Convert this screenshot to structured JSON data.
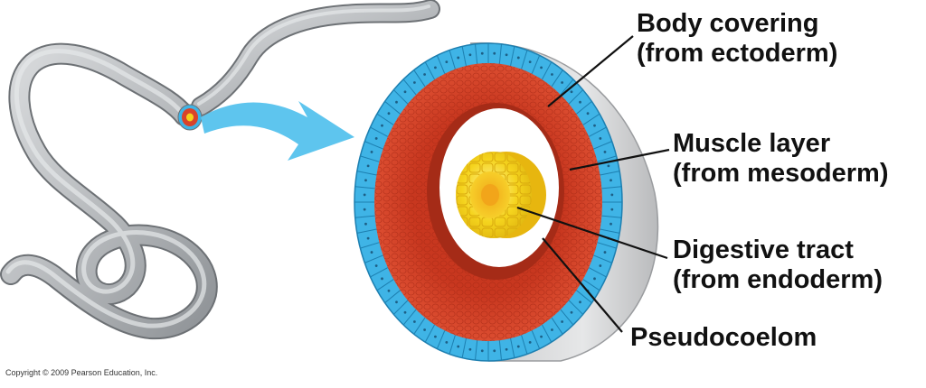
{
  "labels": {
    "body_covering": {
      "line1": "Body covering",
      "line2": "(from ectoderm)"
    },
    "muscle_layer": {
      "line1": "Muscle layer",
      "line2": "(from mesoderm)"
    },
    "digestive_tract": {
      "line1": "Digestive tract",
      "line2": "(from endoderm)"
    },
    "pseudocoelom": {
      "line1": "Pseudocoelom"
    }
  },
  "copyright": "Copyright © 2009 Pearson Education, Inc.",
  "colors": {
    "worm_body": "#b9bcbf",
    "body_covering": "#3fb4e6",
    "muscle_layer": "#d9432a",
    "digestive_tract": "#f4d21b",
    "pseudocoelom": "#ffffff",
    "outer_shell": "#d4d5d7",
    "arrow": "#5ec5ee"
  },
  "icons": {
    "worm": "roundworm-illustration",
    "arrow": "curved-arrow",
    "cross_section": "cross-section-illustration"
  }
}
